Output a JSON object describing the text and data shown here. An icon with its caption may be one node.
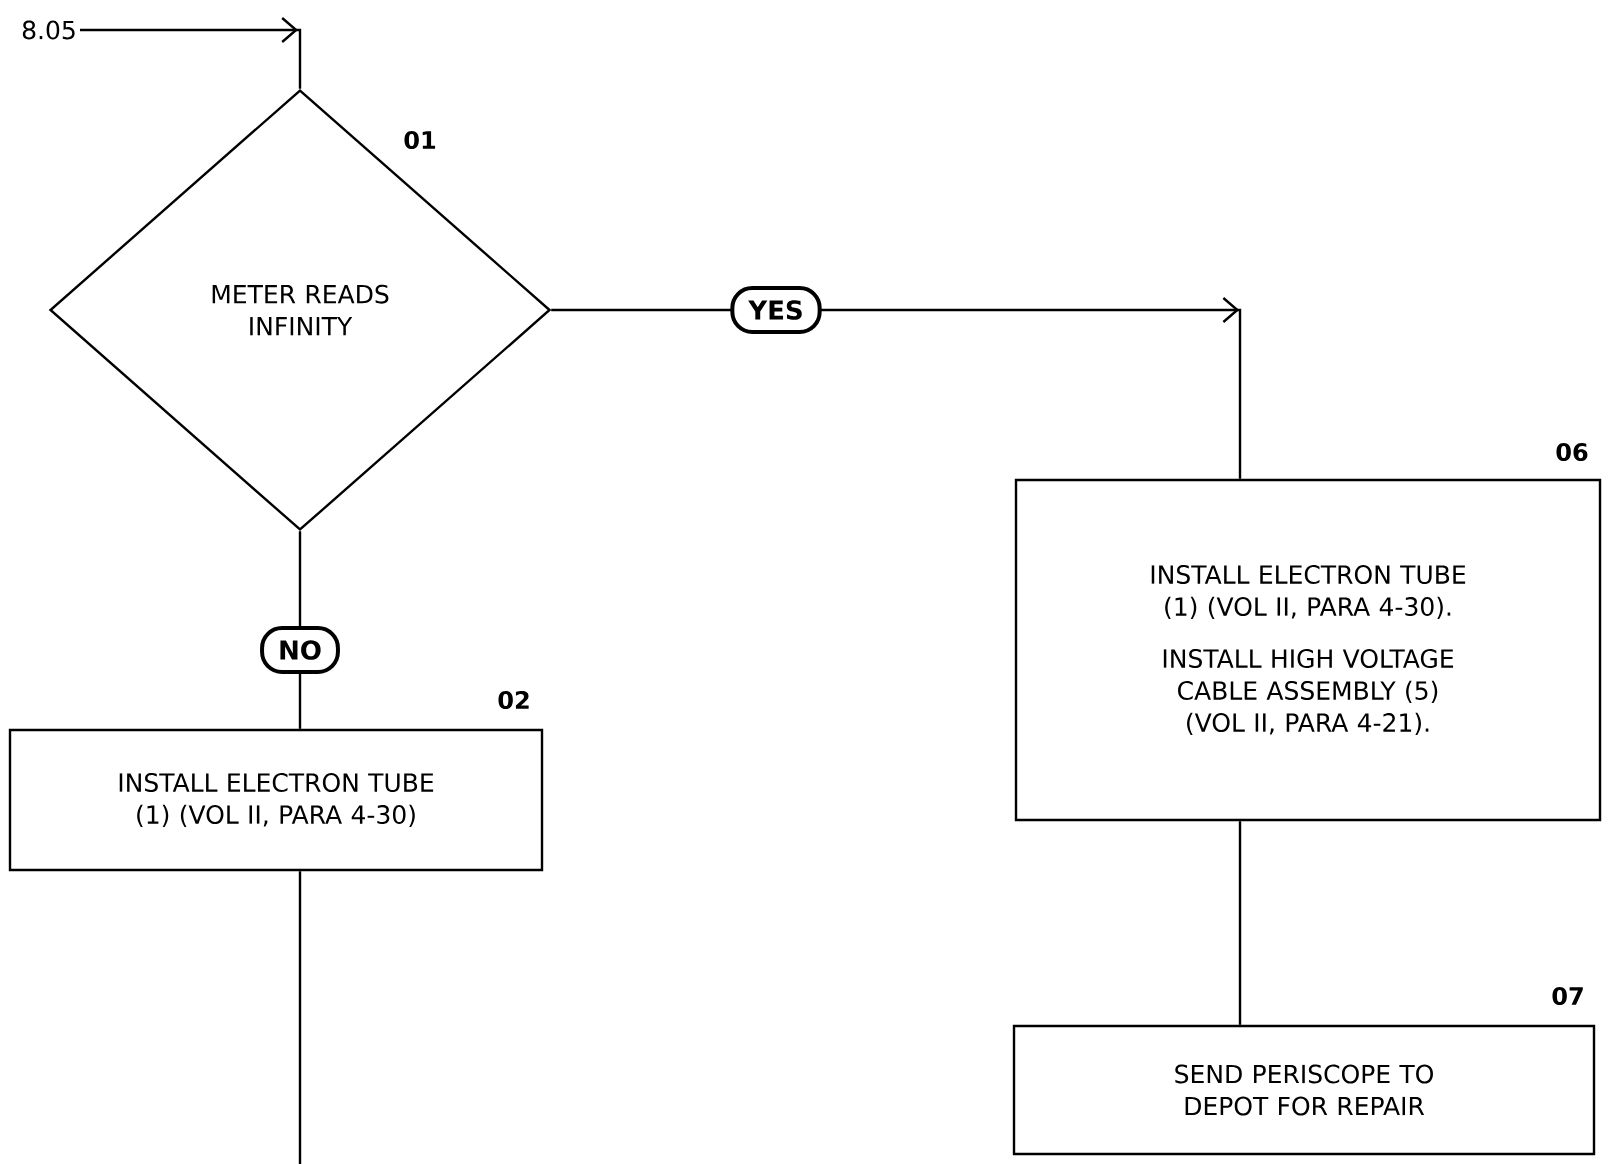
{
  "diagram": {
    "nodes": [
      {
        "text": [
          "8.05"
        ]
      },
      {
        "text": [
          "METER READS INFINITY"
        ],
        "beside": [
          "01"
        ]
      },
      {
        "text": [
          "INSTALL ELECTRON TUBE (1) (VOL II, PARA 4-30)"
        ],
        "beside": [
          "02"
        ]
      },
      {
        "text": [
          "INSTALL ELECTRON TUBE (1) (VOL II, PARA 4-30).",
          "INSTALL HIGH VOLTAGE CABLE ASSEMBLY (5) (VOL II, PARA 4-21)."
        ],
        "beside": [
          "06"
        ]
      },
      {
        "text": [
          "SEND PERISCOPE TO DEPOT FOR REPAIR"
        ],
        "beside": [
          "07"
        ]
      }
    ],
    "edges": [
      {
        "from": 0,
        "to": 1,
        "arrow": "to"
      },
      {
        "from": 1,
        "to": 3,
        "arrow": "to",
        "label": "YES"
      },
      {
        "from": 1,
        "to": 2,
        "arrow": "none",
        "label": "NO"
      },
      {
        "from": 3,
        "to": 4,
        "arrow": "none"
      },
      {
        "from": 2,
        "to": null,
        "arrow": "none"
      }
    ]
  }
}
